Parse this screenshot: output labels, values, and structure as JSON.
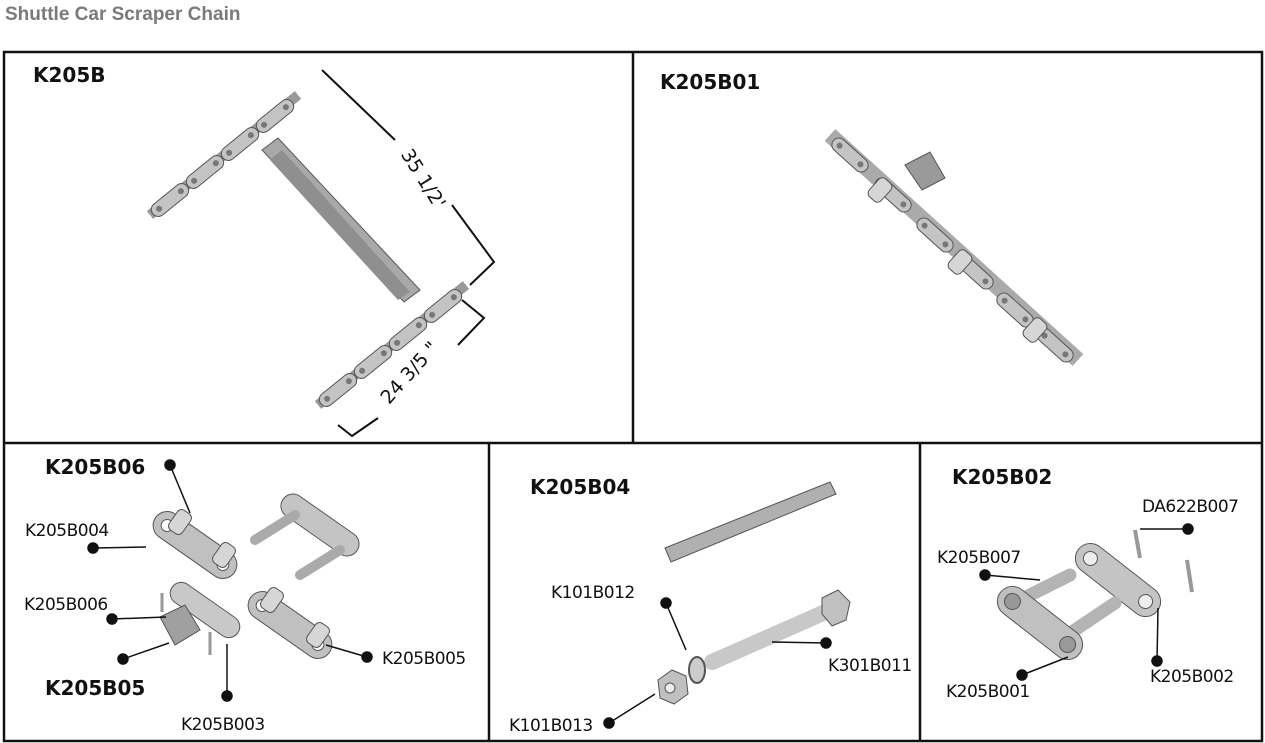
{
  "page_title": "Shuttle Car Scraper Chain",
  "panels": {
    "k205b": {
      "title": "K205B",
      "dim_long": "35 1/2'",
      "dim_short": "24 3/5 \""
    },
    "k205b01": {
      "title": "K205B01"
    },
    "k205b06_05": {
      "title_top": "K205B06",
      "title_bottom": "K205B05",
      "callouts": [
        "K205B004",
        "K205B006",
        "K205B005",
        "K205B003"
      ]
    },
    "k205b04": {
      "title": "K205B04",
      "callouts": [
        "K101B012",
        "K301B011",
        "K101B013"
      ]
    },
    "k205b02": {
      "title": "K205B02",
      "callouts": [
        "DA622B007",
        "K205B007",
        "K205B001",
        "K205B002"
      ]
    }
  },
  "colors": {
    "title": "#7a7a7a",
    "part_fill": "#b8b8b8",
    "part_dark": "#8a8a8a",
    "frame": "#111111"
  }
}
